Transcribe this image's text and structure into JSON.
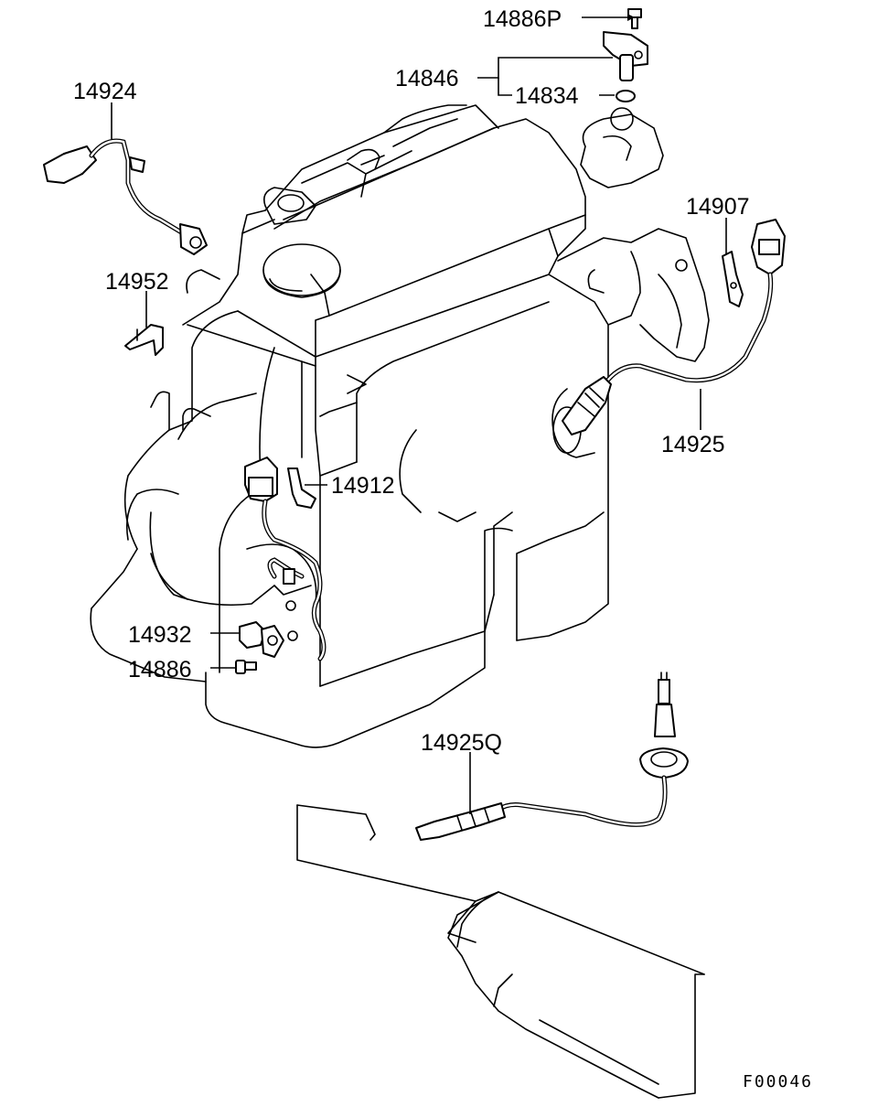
{
  "parts": {
    "p14886P": "14886P",
    "p14846": "14846",
    "p14834": "14834",
    "p14924": "14924",
    "p14907": "14907",
    "p14952": "14952",
    "p14925": "14925",
    "p14912": "14912",
    "p14932": "14932",
    "p14886": "14886",
    "p14925Q": "14925Q"
  },
  "figure_code": "F00046"
}
